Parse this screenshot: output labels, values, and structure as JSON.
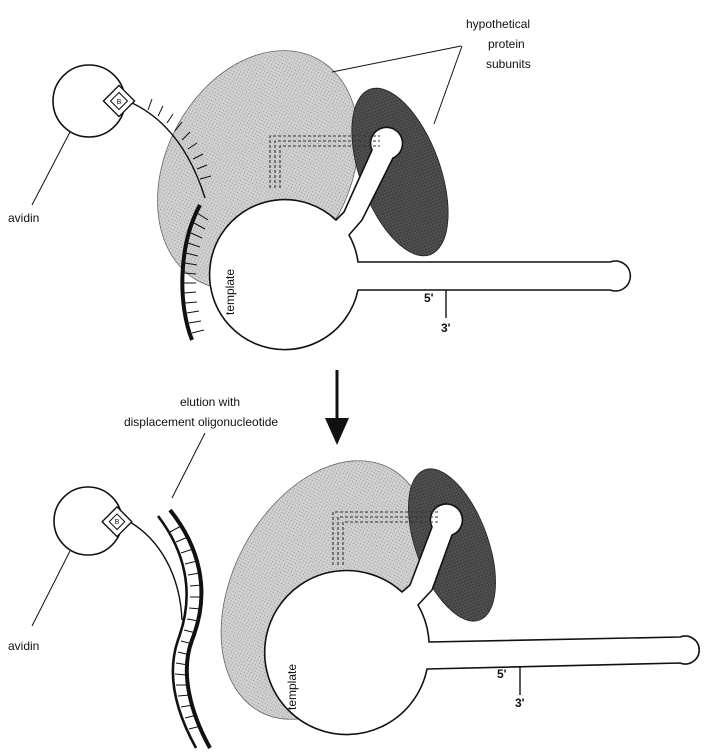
{
  "labels": {
    "subunits_line1": "hypothetical",
    "subunits_line2": "protein",
    "subunits_line3": "subunits",
    "avidin_top": "avidin",
    "avidin_bottom": "avidin",
    "template_top": "template",
    "template_bottom": "template",
    "five_prime_top": "5'",
    "three_prime_top": "3'",
    "five_prime_bottom": "5'",
    "three_prime_bottom": "3'",
    "elution_line1": "elution with",
    "elution_line2": "displacement oligonucleotide",
    "biotin_symbol_top": "B",
    "biotin_symbol_bottom": "B"
  },
  "colors": {
    "light_subunit": "#c8c8c8",
    "dark_subunit": "#4a4a4a",
    "line": "#111111",
    "background": "#ffffff"
  }
}
